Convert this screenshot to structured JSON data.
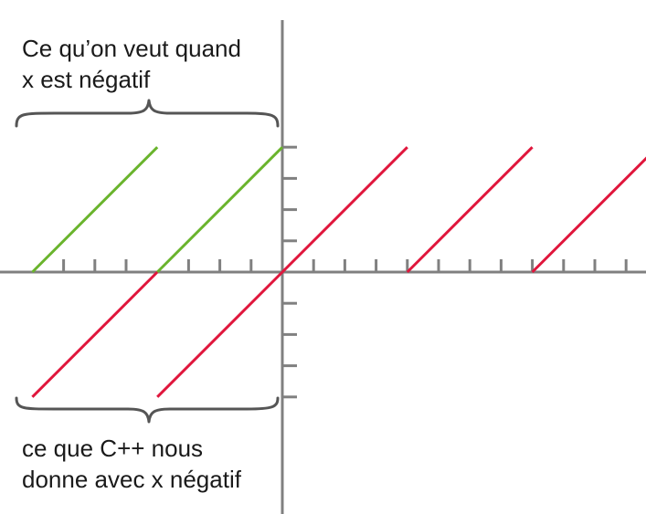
{
  "annotations": {
    "top": {
      "line1": "Ce qu’on veut quand",
      "line2": "x est négatif"
    },
    "bottom": {
      "line1": "ce que C++ nous",
      "line2": "donne avec x négatif"
    }
  },
  "colors": {
    "axis": "#808080",
    "wanted": "#6ab42d",
    "actual": "#e0163c",
    "brace": "#555555",
    "text": "#1a1a1a"
  },
  "chart_data": {
    "type": "line",
    "title": "",
    "xlabel": "",
    "ylabel": "",
    "xlim": [
      -9,
      12
    ],
    "ylim": [
      -7.5,
      4.5
    ],
    "grid": false,
    "series": [
      {
        "role": "wanted",
        "color": "#6ab42d",
        "segments": [
          [
            [
              -8,
              0
            ],
            [
              -4,
              4
            ]
          ],
          [
            [
              -4,
              0
            ],
            [
              0,
              4
            ]
          ]
        ]
      },
      {
        "role": "actual",
        "color": "#e0163c",
        "segments": [
          [
            [
              -8,
              -4
            ],
            [
              -4,
              0
            ]
          ],
          [
            [
              -4,
              -4
            ],
            [
              0,
              0
            ]
          ],
          [
            [
              0,
              0
            ],
            [
              4,
              4
            ]
          ],
          [
            [
              4,
              0
            ],
            [
              8,
              4
            ]
          ],
          [
            [
              8,
              0
            ],
            [
              11.7,
              3.7
            ]
          ]
        ]
      }
    ],
    "x_ticks": [
      -7,
      -6,
      -5,
      -3,
      -2,
      -1,
      1,
      2,
      3,
      4,
      5,
      6,
      7,
      8,
      9,
      10,
      11
    ],
    "y_ticks": [
      -4,
      -3,
      -2,
      -1,
      1,
      2,
      3,
      4
    ]
  }
}
